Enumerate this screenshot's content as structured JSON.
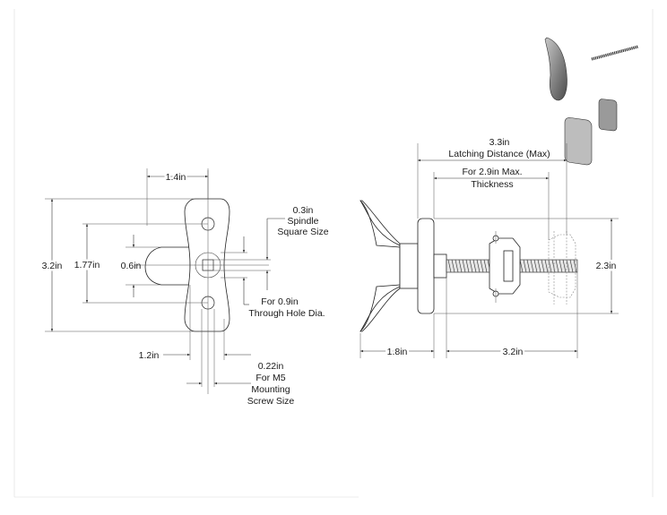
{
  "dimensions": {
    "front_width": "1.4in",
    "front_height": "3.2in",
    "hole_spacing": "1.77in",
    "stem_diameter": "0.6in",
    "spindle": [
      "0.3in",
      "Spindle",
      "Square Size"
    ],
    "through_hole": [
      "For 0.9in",
      "Through Hole Dia."
    ],
    "base_width": "1.2in",
    "mounting_screw": [
      "0.22in",
      "For M5",
      "Mounting",
      "Screw Size"
    ],
    "latching": [
      "3.3in",
      "Latching Distance (Max)"
    ],
    "thickness": [
      "For 2.9in Max.",
      "Thickness"
    ],
    "side_height": "2.3in",
    "handle_depth": "1.8in",
    "spindle_length": "3.2in"
  },
  "colors": {
    "line": "#333333",
    "background": "#ffffff"
  }
}
